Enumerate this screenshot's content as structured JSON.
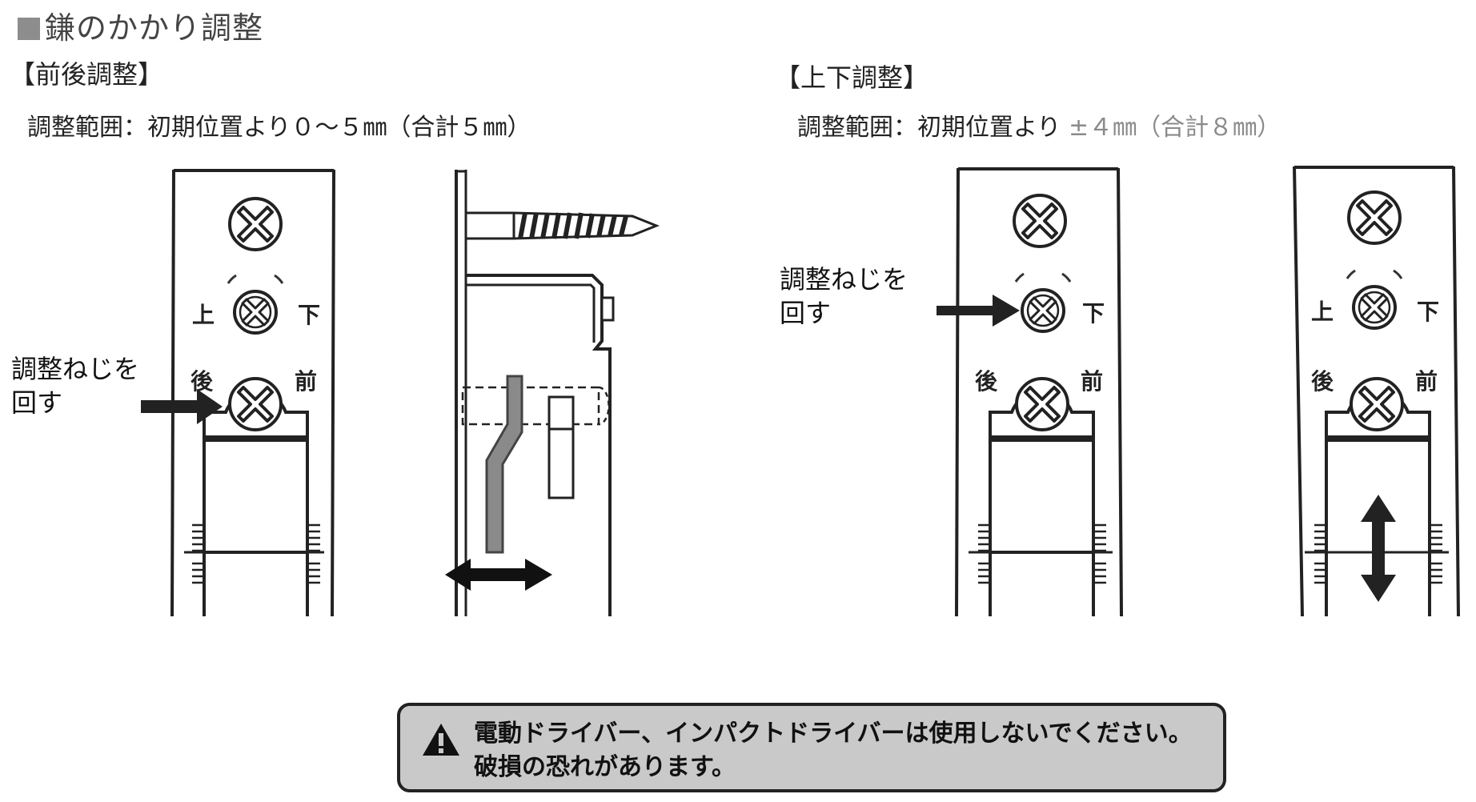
{
  "title": "鎌のかかり調整",
  "left": {
    "heading": "【前後調整】",
    "range": "調整範囲：初期位置より０～５㎜（合計５㎜）",
    "callout_line1": "調整ねじを",
    "callout_line2": "回す",
    "label_up": "上",
    "label_down": "下",
    "label_back": "後",
    "label_front": "前"
  },
  "right": {
    "heading": "【上下調整】",
    "range_prefix": "調整範囲：初期位置より",
    "range_value": "±４㎜（合計８㎜）",
    "callout_line1": "調整ねじを",
    "callout_line2": "回す",
    "label_down": "下",
    "label_back": "後",
    "label_front": "前",
    "label2_up": "上",
    "label2_down": "下",
    "label2_back": "後",
    "label2_front": "前"
  },
  "warning": {
    "line1": "電動ドライバー、インパクトドライバーは使用しないでください。",
    "line2": "破損の恐れがあります。",
    "icon": "warning-triangle-icon"
  }
}
